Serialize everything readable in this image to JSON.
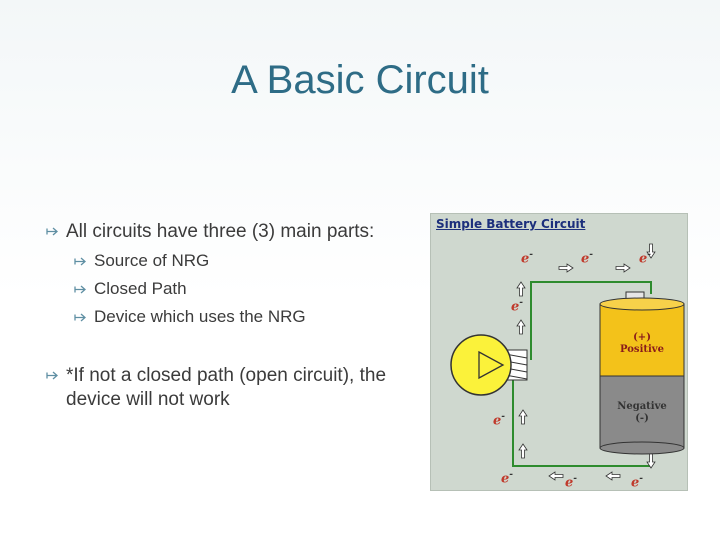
{
  "slide": {
    "title": "A Basic Circuit",
    "bullets": {
      "main1": "All circuits have three (3) main parts:",
      "sub1": "Source of NRG",
      "sub2": "Closed Path",
      "sub3": "Device which uses the NRG",
      "main2": "*If not a closed path (open circuit), the device will not work"
    }
  },
  "diagram": {
    "title": "Simple Battery Circuit",
    "electron_label": "e",
    "electron_sign": "-",
    "positive_sign": "(+)",
    "positive_text": "Positive",
    "negative_text": "Negative",
    "negative_sign": "(-)"
  },
  "colors": {
    "title": "#2e6c86",
    "bullet_icon": "#5f8fa3",
    "wire": "#2e8b2e",
    "battery_top": "#f3c21a",
    "battery_bottom": "#8a8a8a",
    "bulb": "#fbf23a"
  },
  "icons": {
    "bullet": "bullet-arrow-icon"
  }
}
